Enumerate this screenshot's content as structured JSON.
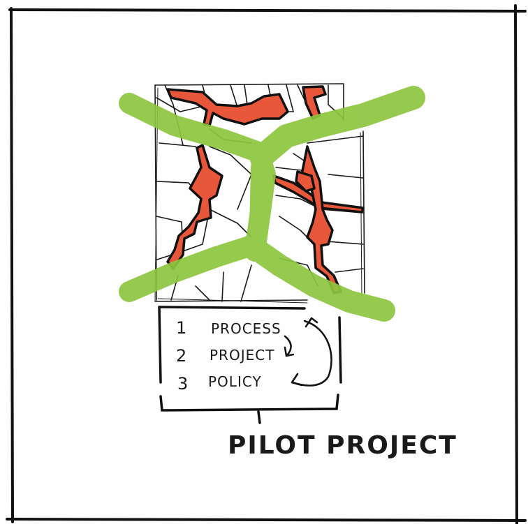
{
  "diagram": {
    "steps": [
      {
        "number": "1",
        "label": "PROCESS"
      },
      {
        "number": "2",
        "label": "PROJECT"
      },
      {
        "number": "3",
        "label": "POLICY"
      }
    ],
    "caption": "PILOT PROJECT"
  },
  "colors": {
    "ink": "#111111",
    "green_corridor": "#8dc63f",
    "red_network": "#e8573a",
    "paper": "#fefefe"
  }
}
